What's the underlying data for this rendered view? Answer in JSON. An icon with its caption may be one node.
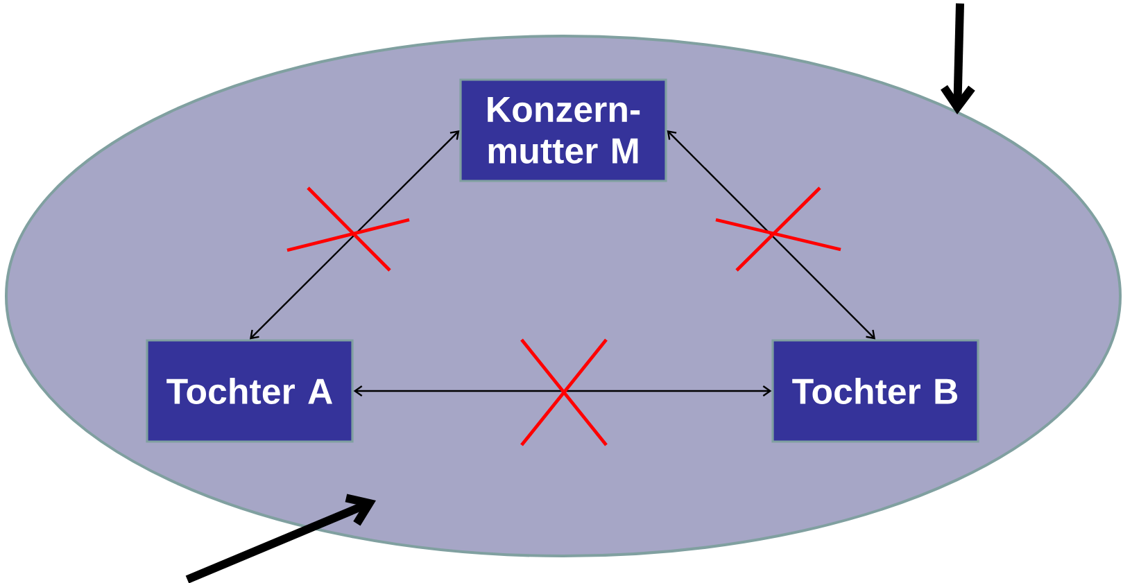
{
  "diagram": {
    "nodes": [
      {
        "text": [],
        "shape": "ellipse"
      },
      {
        "text": [
          "Konzern- mutter M"
        ],
        "in": 0
      },
      {
        "text": [
          "Tochter A"
        ],
        "in": 0
      },
      {
        "text": [
          "Tochter B"
        ],
        "in": 0
      }
    ],
    "edges": [
      {
        "from": 1,
        "to": 2,
        "arrow": "both"
      },
      {
        "from": 1,
        "to": 3,
        "arrow": "both"
      },
      {
        "from": 2,
        "to": 3,
        "arrow": "both"
      },
      {
        "from": null,
        "to": 0,
        "arrow": "to",
        "style": "thick"
      },
      {
        "from": null,
        "to": 0,
        "arrow": "to",
        "style": "thick"
      }
    ]
  }
}
